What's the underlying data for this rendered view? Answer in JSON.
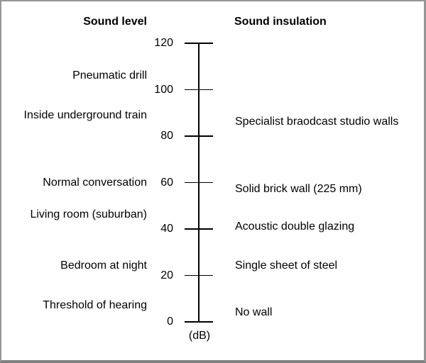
{
  "diagram": {
    "left_header": "Sound level",
    "right_header": "Sound insulation",
    "axis_unit_label": "(dB)",
    "scale": {
      "min": 0,
      "max": 120,
      "tick_step": 20,
      "tick_values": [
        120,
        100,
        80,
        60,
        40,
        20,
        0
      ]
    },
    "sound_levels": [
      {
        "label": "Pneumatic drill",
        "db": 106
      },
      {
        "label": "Inside underground train",
        "db": 89
      },
      {
        "label": "Normal conversation",
        "db": 60
      },
      {
        "label": "Living room (suburban)",
        "db": 46
      },
      {
        "label": "Bedroom at night",
        "db": 24
      },
      {
        "label": "Threshold of hearing",
        "db": 7
      }
    ],
    "insulation": [
      {
        "label": "Specialist braodcast studio walls",
        "db": 86
      },
      {
        "label": "Solid brick wall (225 mm)",
        "db": 57
      },
      {
        "label": "Acoustic double glazing",
        "db": 41
      },
      {
        "label": "Single sheet of steel",
        "db": 24
      },
      {
        "label": "No wall",
        "db": 4
      }
    ],
    "colors": {
      "text": "#000000",
      "axis": "#000000",
      "background": "#ffffff",
      "border": "#969696",
      "border_bottom": "#7f7f7f"
    }
  }
}
